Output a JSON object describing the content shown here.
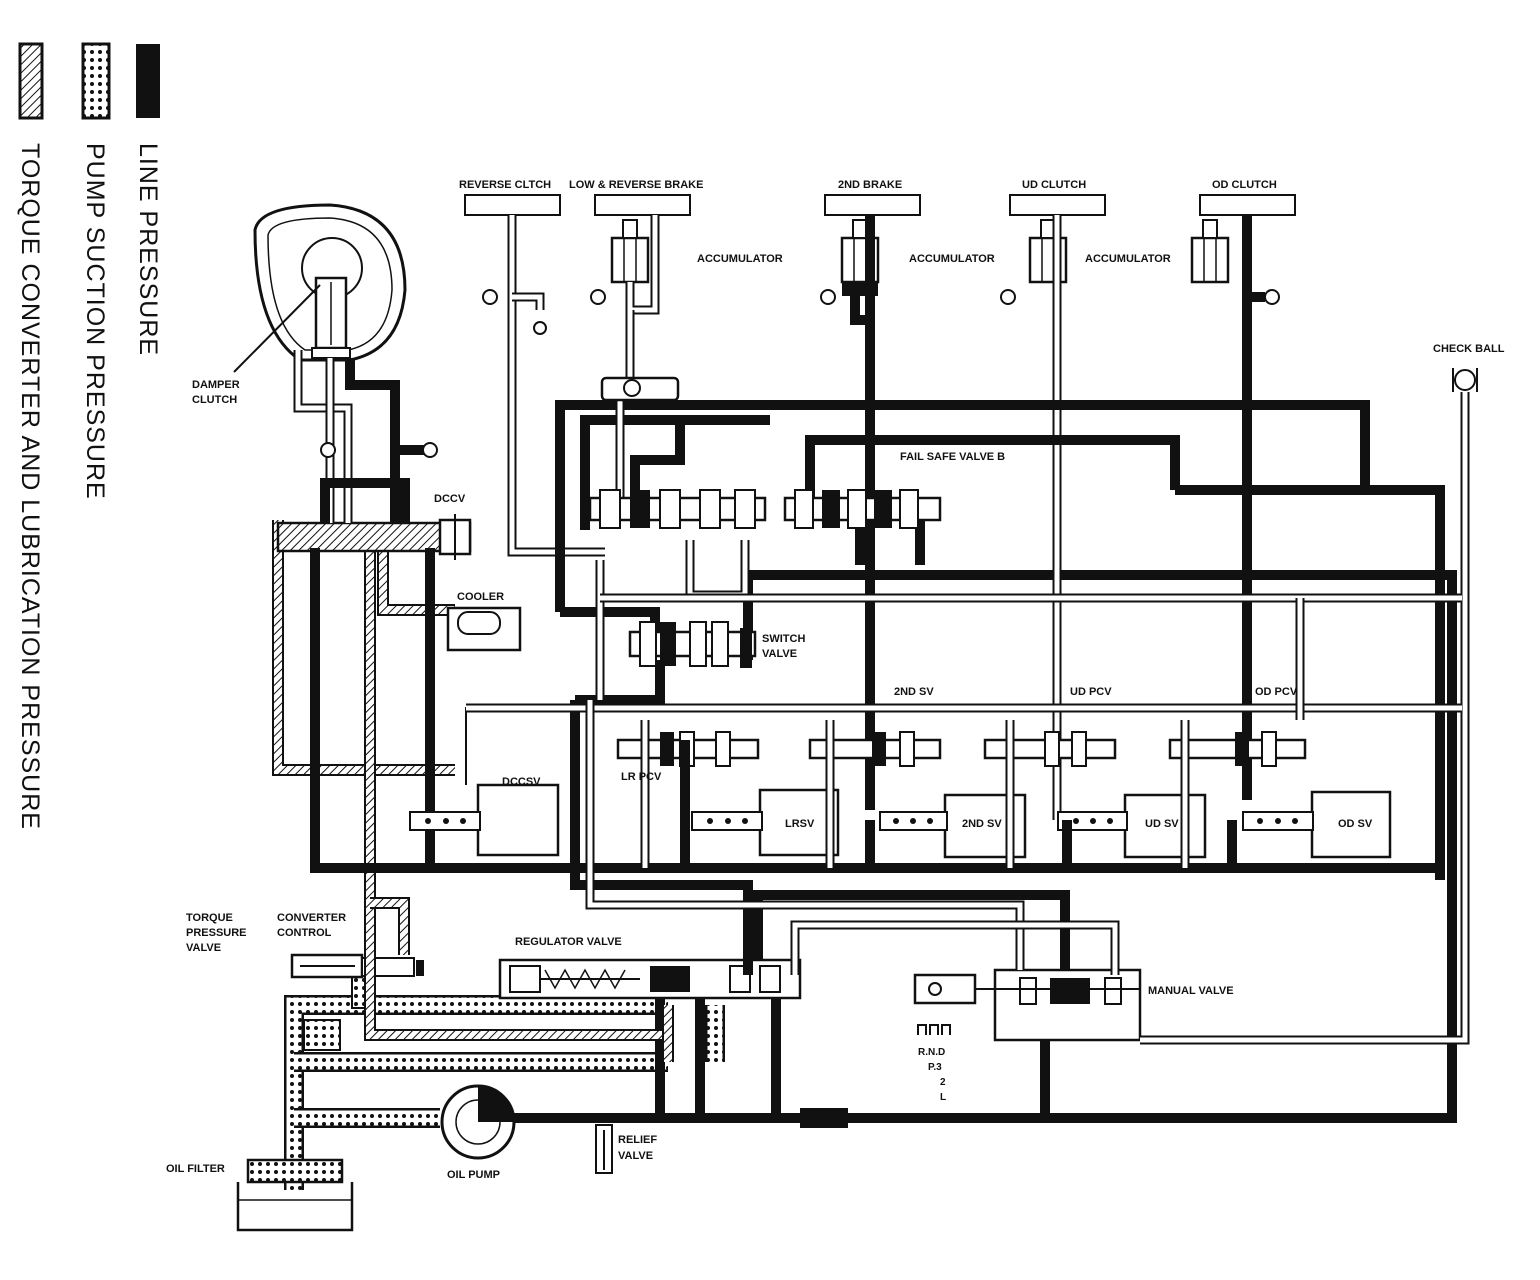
{
  "legend": {
    "line_pressure": "LINE PRESSURE",
    "pump_suction": "PUMP SUCTION PRESSURE",
    "torque_converter": "TORQUE CONVERTER AND LUBRICATION PRESSURE"
  },
  "components": {
    "reverse_clutch": "REVERSE CLTCH",
    "low_reverse_brake": "LOW & REVERSE BRAKE",
    "second_brake": "2ND BRAKE",
    "ud_clutch": "UD CLUTCH",
    "od_clutch": "OD CLUTCH",
    "accumulator_1": "ACCUMULATOR",
    "accumulator_2": "ACCUMULATOR",
    "accumulator_3": "ACCUMULATOR",
    "check_ball": "CHECK BALL",
    "damper_clutch_1": "DAMPER",
    "damper_clutch_2": "CLUTCH",
    "dccv": "DCCV",
    "fail_safe_valve_b": "FAIL SAFE VALVE B",
    "cooler": "COOLER",
    "switch_valve_1": "SWITCH",
    "switch_valve_2": "VALVE",
    "second_sv_top": "2ND SV",
    "ud_pcv": "UD PCV",
    "od_pcv": "OD PCV",
    "dccsv": "DCCSV",
    "lr_pcv": "LR PCV",
    "lrsv": "LRSV",
    "second_sv": "2ND SV",
    "ud_sv": "UD SV",
    "od_sv": "OD SV",
    "torque_pressure_valve_1": "TORQUE",
    "torque_pressure_valve_2": "PRESSURE",
    "torque_pressure_valve_3": "VALVE",
    "converter_control_1": "CONVERTER",
    "converter_control_2": "CONTROL",
    "regulator_valve": "REGULATOR VALVE",
    "manual_valve": "MANUAL VALVE",
    "relief_valve_1": "RELIEF",
    "relief_valve_2": "VALVE",
    "oil_filter": "OIL FILTER",
    "oil_pump": "OIL PUMP"
  },
  "manual_positions": [
    "R.N.D",
    "P.3",
    "2",
    "L"
  ]
}
